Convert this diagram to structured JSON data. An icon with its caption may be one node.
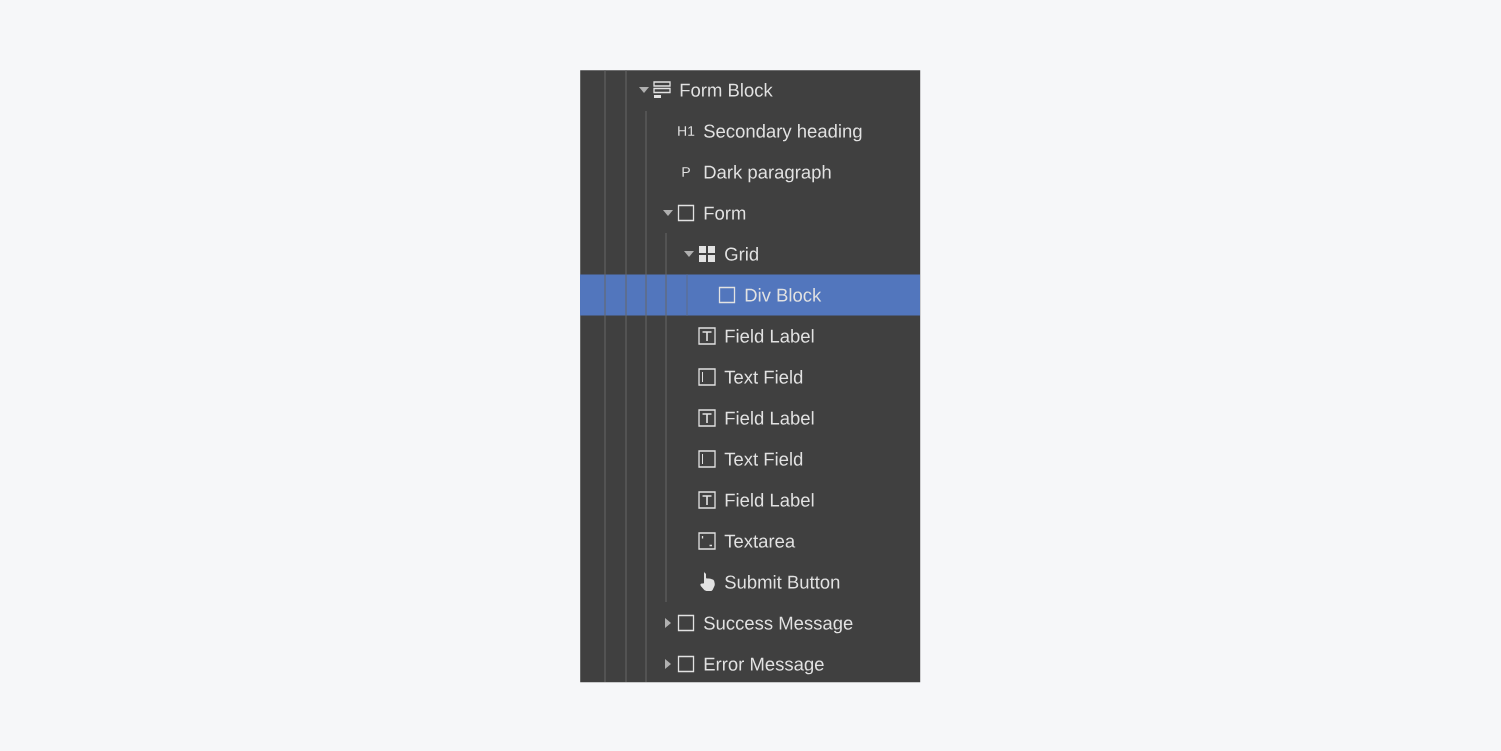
{
  "diagram": {
    "nodes": [
      {
        "text": [],
        "shape": "box"
      },
      {
        "text": [
          "Form Block"
        ],
        "in": 0
      },
      {
        "text": [
          "Secondary heading"
        ],
        "beside": [
          "H1"
        ],
        "in": 0
      },
      {
        "text": [
          "Dark paragraph"
        ],
        "beside": [
          "P"
        ],
        "in": 0
      },
      {
        "text": [
          "Form"
        ],
        "in": 0
      },
      {
        "text": [
          "Grid"
        ],
        "in": 0
      },
      {
        "text": [
          "Div Block"
        ],
        "in": 0
      },
      {
        "text": [
          "Field Label"
        ],
        "in": 0
      },
      {
        "text": [
          "Text Field"
        ],
        "in": 0
      },
      {
        "text": [
          "Field Label"
        ],
        "in": 0
      },
      {
        "text": [
          "Text Field"
        ],
        "in": 0
      },
      {
        "text": [
          "Field Label"
        ],
        "in": 0
      },
      {
        "text": [
          "Textarea"
        ],
        "in": 0
      },
      {
        "text": [
          "Submit Button"
        ],
        "in": 0
      },
      {
        "text": [
          "Success Message"
        ],
        "in": 0
      },
      {
        "text": [
          "Error Message"
        ],
        "in": 0
      }
    ]
  }
}
